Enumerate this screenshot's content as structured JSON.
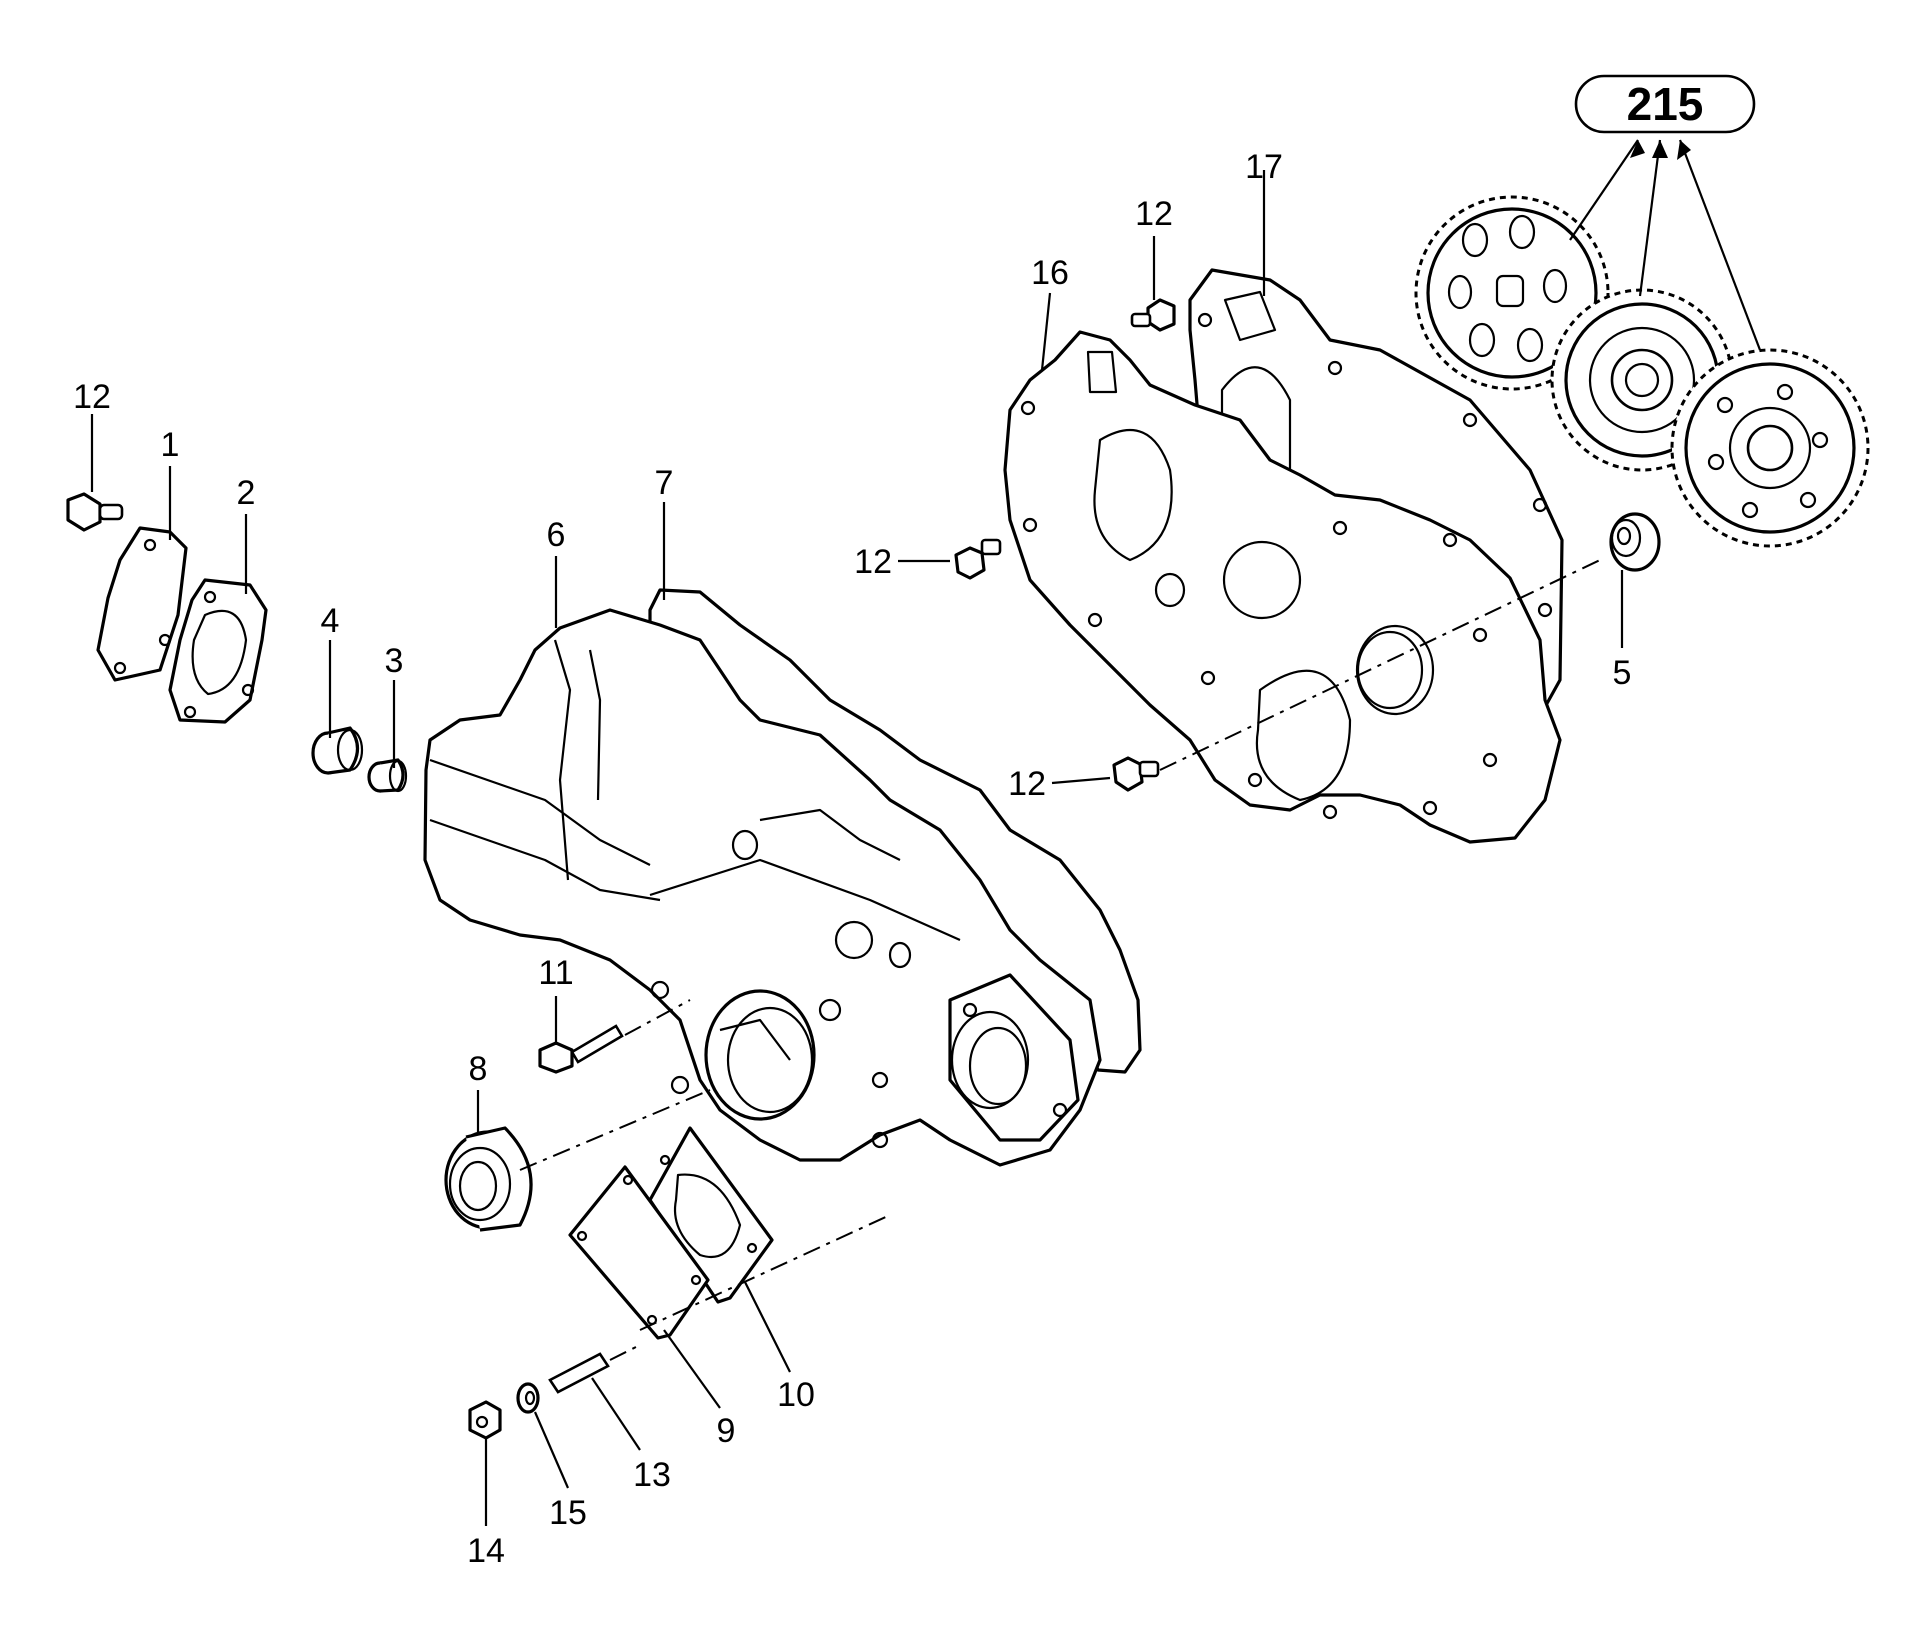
{
  "badge": {
    "label": "215"
  },
  "callouts": {
    "c1": "1",
    "c2": "2",
    "c3": "3",
    "c4": "4",
    "c5": "5",
    "c6": "6",
    "c7": "7",
    "c8": "8",
    "c9": "9",
    "c10": "10",
    "c11": "11",
    "c12a": "12",
    "c12b": "12",
    "c12c": "12",
    "c12d": "12",
    "c13": "13",
    "c14": "14",
    "c15": "15",
    "c16": "16",
    "c17": "17"
  }
}
